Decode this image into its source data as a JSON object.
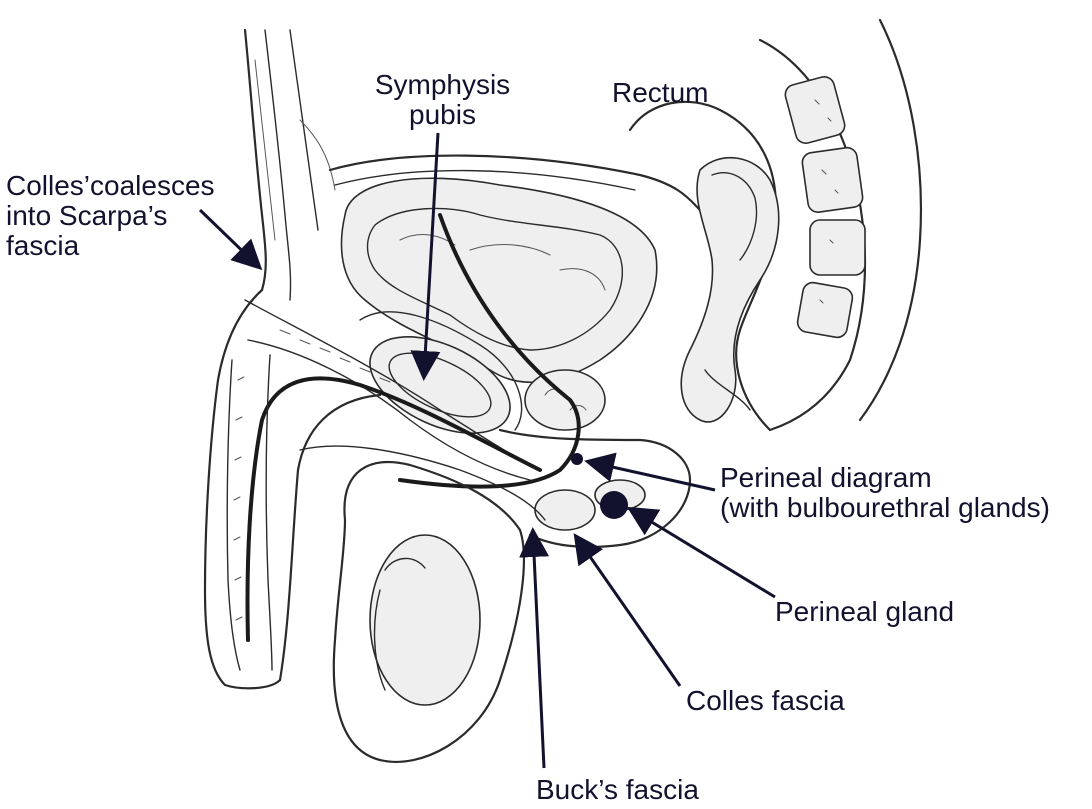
{
  "labels": {
    "colles_scarpa": [
      "Colles’coalesces",
      "into Scarpa’s",
      "fascia"
    ],
    "symphysis": [
      "Symphysis",
      "pubis"
    ],
    "rectum": "Rectum",
    "perineal_diagram": [
      "Perineal diagram",
      "(with bulbourethral glands)"
    ],
    "perineal_gland": "Perineal gland",
    "colles_fascia": "Colles fascia",
    "bucks_fascia": "Buck’s fascia"
  },
  "colors": {
    "label_text": "#12122e",
    "arrow": "#12122e",
    "outline": "#2b2b2b",
    "tissue_fill": "#efefef"
  }
}
